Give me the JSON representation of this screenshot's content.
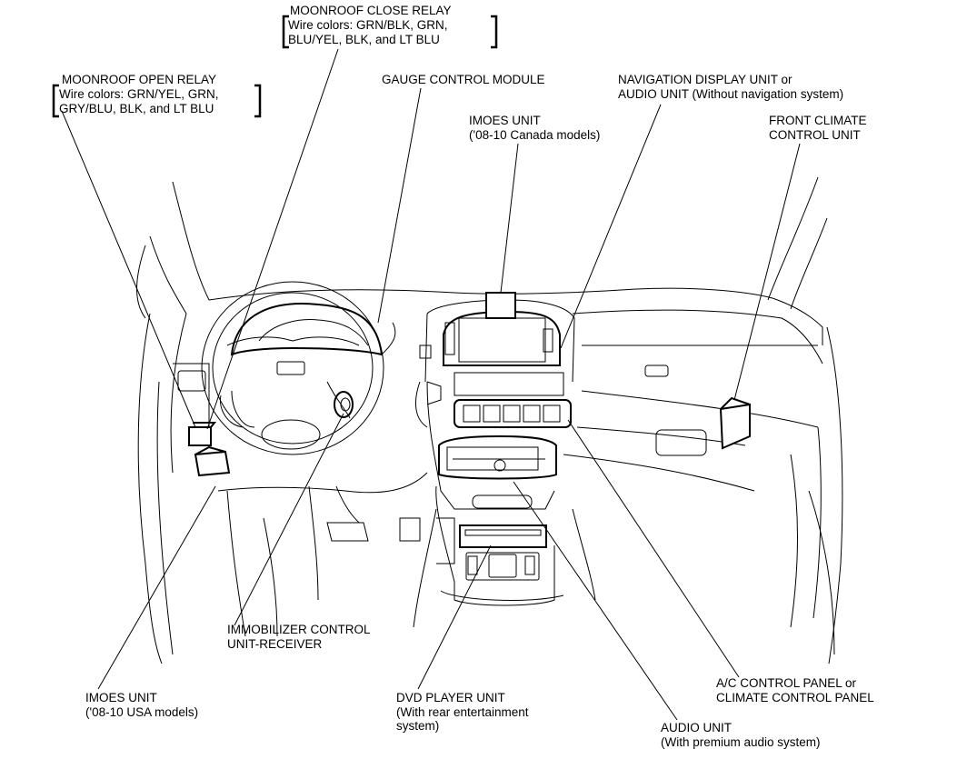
{
  "labels": {
    "moonroof_close": {
      "title": "MOONROOF CLOSE RELAY",
      "line1": "Wire colors: GRN/BLK, GRN,",
      "line2": "BLU/YEL, BLK, and LT BLU"
    },
    "moonroof_open": {
      "title": "MOONROOF OPEN RELAY",
      "line1": "Wire colors: GRN/YEL, GRN,",
      "line2": "GRY/BLU, BLK, and LT BLU"
    },
    "gauge": {
      "line1": "GAUGE CONTROL MODULE"
    },
    "navigation": {
      "line1": "NAVIGATION DISPLAY UNIT or",
      "line2": "AUDIO UNIT (Without navigation system)"
    },
    "imoes_canada": {
      "line1": "IMOES UNIT",
      "line2": "('08-10 Canada models)"
    },
    "front_climate": {
      "line1": "FRONT CLIMATE",
      "line2": "CONTROL UNIT"
    },
    "immobilizer": {
      "line1": "IMMOBILIZER CONTROL",
      "line2": "UNIT-RECEIVER"
    },
    "imoes_usa": {
      "line1": "IMOES UNIT",
      "line2": "('08-10 USA models)"
    },
    "dvd": {
      "line1": "DVD PLAYER UNIT",
      "line2": "(With rear entertainment",
      "line3": "system)"
    },
    "ac_panel": {
      "line1": "A/C CONTROL PANEL or",
      "line2": "CLIMATE CONTROL PANEL"
    },
    "audio": {
      "line1": "AUDIO UNIT",
      "line2": "(With premium audio system)"
    }
  }
}
